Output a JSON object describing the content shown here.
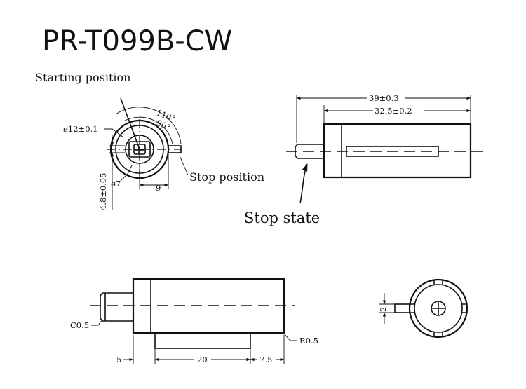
{
  "title": "PR-T099B-CW",
  "labels": {
    "starting_position": "Starting position",
    "stop_position": "Stop position",
    "stop_state": "Stop state"
  },
  "dimensions": {
    "dia_12": "ø12±0.1",
    "dia_7": "ø7",
    "dim_4_8": "4.8±0.05",
    "dim_9": "9",
    "angle_110": "110°",
    "angle_90": "90°",
    "len_39": "39±0.3",
    "len_32_5": "32.5±0.2",
    "c0_5": "C0.5",
    "r0_5": "R0.5",
    "len_5": "5",
    "len_20": "20",
    "len_7_5": "7.5",
    "len_2": "2"
  }
}
